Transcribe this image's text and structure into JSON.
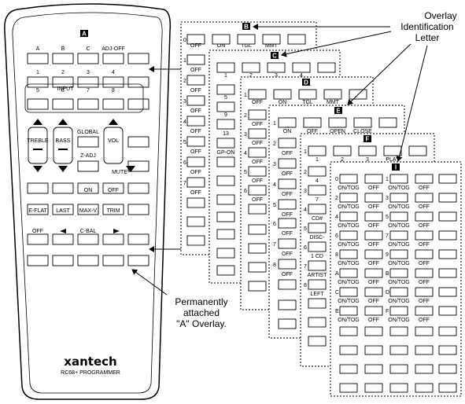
{
  "callouts": {
    "overlay_id_line1": "Overlay",
    "overlay_id_line2": "Identification",
    "overlay_id_line3": "Letter",
    "permanent_line1": "Permanently",
    "permanent_line2": "attached",
    "permanent_line3": "\"A\" Overlay."
  },
  "remote": {
    "brand": "xantech",
    "model": "RC68+ PROGRAMMER",
    "badge": "A",
    "row1": [
      "A",
      "B",
      "C",
      "ADJ-OFF"
    ],
    "row2": [
      "1",
      "2",
      "3",
      "4"
    ],
    "input": "INPUT",
    "row3": [
      "5",
      "6",
      "7",
      "8"
    ],
    "treble": "TREBLE",
    "bass": "BASS",
    "global": "GLOBAL",
    "zadj": "Z-ADJ",
    "vol": "VOL",
    "mute": "MUTE",
    "on": "ON",
    "off": "OFF",
    "row6": [
      "E-FLAT",
      "LAST",
      "MAX-V",
      "TRIM"
    ],
    "row7_off": "OFF",
    "row7_cbal": "C-BAL"
  },
  "overlays": {
    "B": {
      "badge": "B",
      "header": [
        "ON",
        "TGL",
        "MMT"
      ],
      "sidenums": [
        "0",
        "1",
        "2",
        "3",
        "4",
        "5",
        "6",
        "7"
      ],
      "off": "OFF"
    },
    "C": {
      "badge": "C",
      "header": [
        "1",
        "2",
        "3",
        "4"
      ],
      "left": [
        "5",
        "9",
        "13",
        "GP-ON"
      ]
    },
    "D": {
      "badge": "D",
      "header": [
        "ON",
        "TGL",
        "MMT"
      ],
      "sidenums": [
        "1",
        "2",
        "3",
        "4",
        "5",
        "6"
      ],
      "off": "OFF"
    },
    "E": {
      "badge": "E",
      "header": [
        "ON",
        "OFF",
        "OPEN",
        "CLOSE"
      ],
      "sidenums": [
        "1",
        "2",
        "3",
        "4",
        "5",
        "6",
        "7",
        "8"
      ],
      "off": "OFF"
    },
    "F": {
      "badge": "F",
      "header": [
        "1",
        "2",
        "3",
        "PLAY"
      ],
      "left": [
        "4",
        "7",
        "CD#",
        "DISC-",
        "1 CD",
        "ARTIST",
        "LEFT"
      ],
      "sidenums": [
        "1",
        "2",
        "3",
        "4",
        "5",
        "6",
        "7",
        "8"
      ]
    },
    "I": {
      "badge": "I",
      "rows": [
        [
          "0",
          "1"
        ],
        [
          "2",
          "3"
        ],
        [
          "4",
          "5"
        ],
        [
          "6",
          "7"
        ],
        [
          "8",
          "9"
        ],
        [
          "A",
          "B"
        ],
        [
          "C",
          "D"
        ],
        [
          "E",
          "F"
        ]
      ],
      "ontog": "ON/TOG",
      "off": "OFF"
    }
  }
}
